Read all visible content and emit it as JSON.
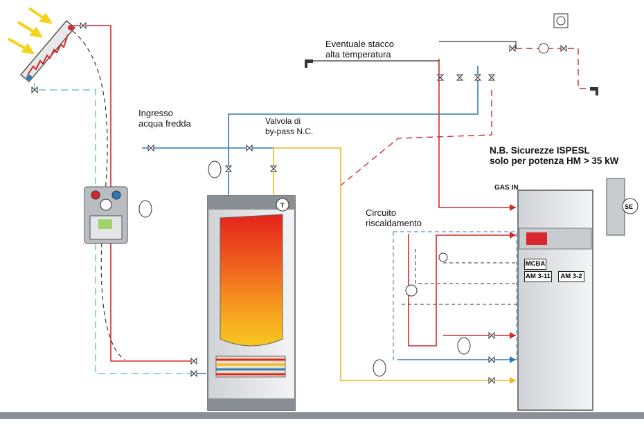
{
  "labels": {
    "cold_water_inlet_line1": "Ingresso",
    "cold_water_inlet_line2": "acqua fredda",
    "bypass_valve_line1": "Valvola di",
    "bypass_valve_line2": "by-pass N.C.",
    "high_temp_outlet_line1": "Eventuale stacco",
    "high_temp_outlet_line2": "alta temperatura",
    "ispesl_note_line1": "N.B. Sicurezze ISPESL",
    "ispesl_note_line2": "solo per potenza HM > 35 kW",
    "gas_in": "GAS IN",
    "heating_circuit_line1": "Circuito",
    "heating_circuit_line2": "riscaldamento",
    "mcba": "MCBA",
    "am_3_11": "AM 3-11",
    "am_3_2": "AM 3-2",
    "external_sensor": "SE",
    "thermometer": "T"
  },
  "colors": {
    "hot_line": "#d9262b",
    "cold_line": "#2f78b8",
    "solar_return": "#6ec3d6",
    "dhw_line": "#f2b817",
    "tank_hot_top": "#e3231b",
    "tank_warm_bottom": "#f7c820",
    "frame_grey": "#8a8f96"
  }
}
